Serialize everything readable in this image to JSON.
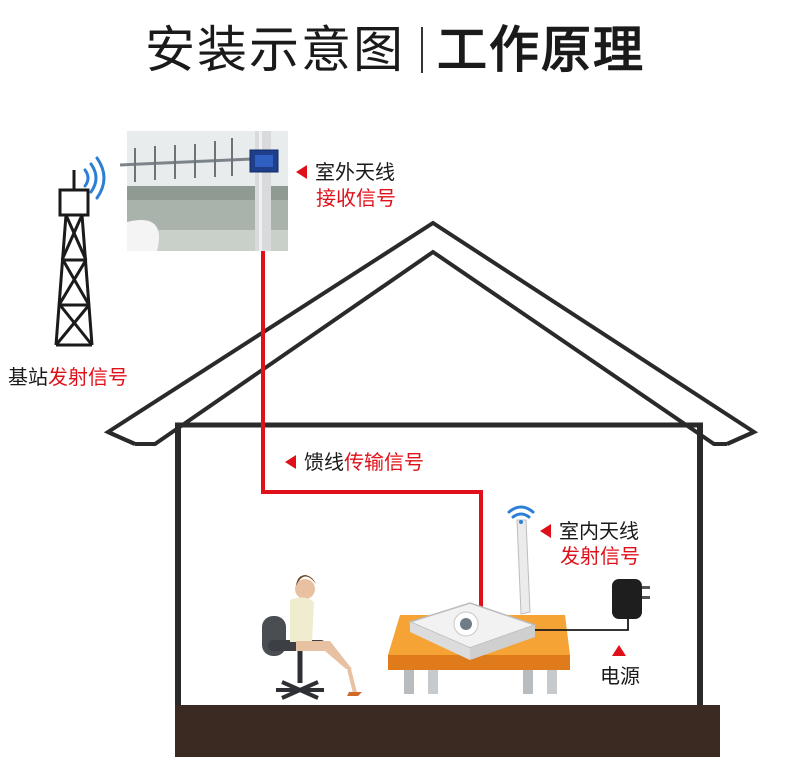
{
  "title": {
    "left": "安装示意图",
    "right": "工作原理"
  },
  "base_station": {
    "name": "基站",
    "action": "发射信号"
  },
  "outdoor_antenna": {
    "name": "室外天线",
    "action": "接收信号"
  },
  "feeder": {
    "name": "馈线",
    "action": "传输信号"
  },
  "indoor_antenna": {
    "name": "室内天线",
    "action": "发射信号"
  },
  "power": {
    "name": "电源"
  },
  "colors": {
    "signal_line": "#e0101a",
    "label_red": "#e0101a",
    "table_top": "#f5a334",
    "ground": "#3a2a22"
  }
}
